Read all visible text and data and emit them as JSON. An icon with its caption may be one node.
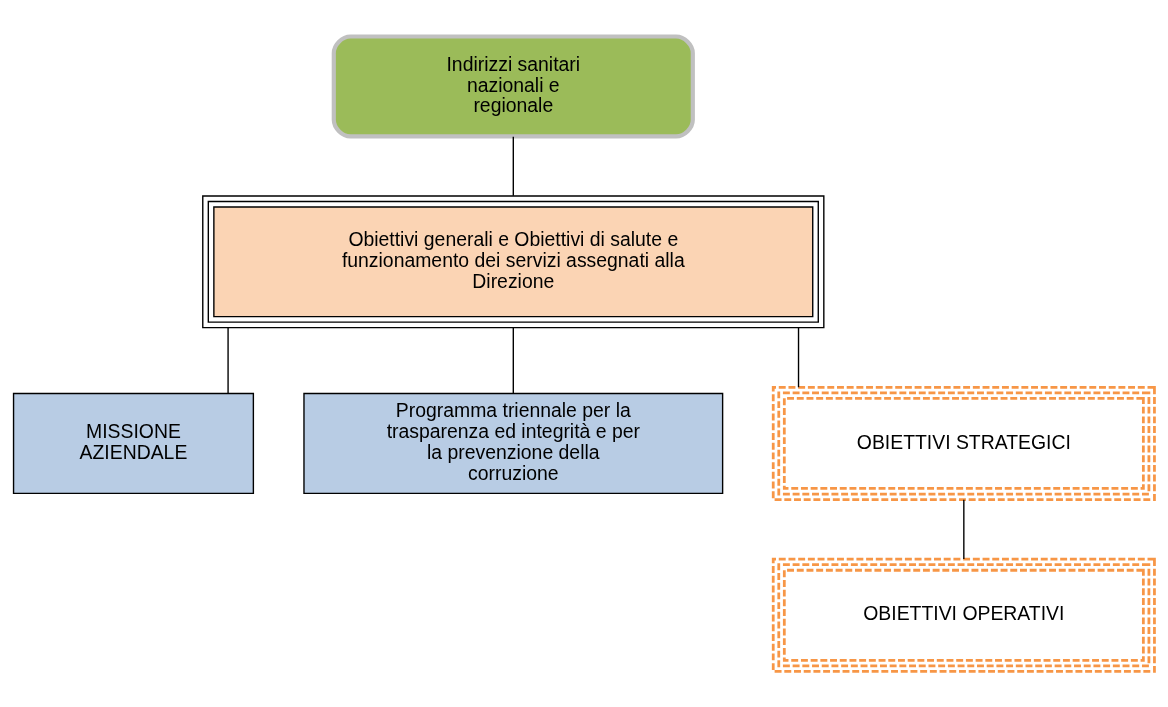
{
  "diagram": {
    "nodes": [
      {
        "text": [
          "Indirizzi sanitari nazionali e regionale"
        ]
      },
      {
        "text": [
          "Obiettivi generali e Obiettivi di salute e funzionamento dei servizi assegnati alla Direzione"
        ]
      },
      {
        "text": [
          "MISSIONE AZIENDALE"
        ]
      },
      {
        "text": [
          "Programma triennale per la trasparenza ed integrità e per la prevenzione della corruzione"
        ]
      },
      {
        "text": [
          "OBIETTIVI STRATEGICI"
        ]
      },
      {
        "text": [
          "OBIETTIVI OPERATIVI"
        ]
      }
    ],
    "edges": [
      {
        "from": 0,
        "to": 1,
        "arrow": "none"
      },
      {
        "from": 1,
        "to": 2,
        "arrow": "none"
      },
      {
        "from": 1,
        "to": 4,
        "arrow": "none"
      },
      {
        "from": 1,
        "to": 3,
        "arrow": "none"
      },
      {
        "from": 4,
        "to": 5,
        "arrow": "none"
      }
    ]
  }
}
